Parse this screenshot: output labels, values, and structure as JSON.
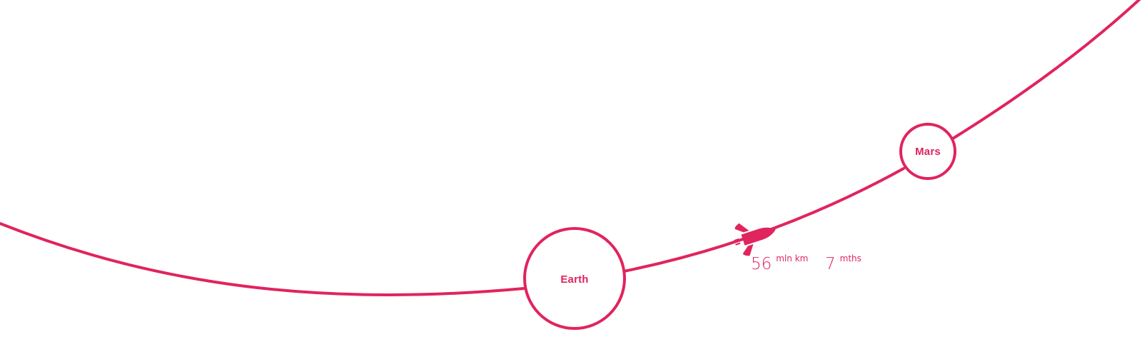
{
  "colors": {
    "accent": "#e0245e",
    "background": "#ffffff"
  },
  "planets": {
    "earth": {
      "label": "Earth"
    },
    "mars": {
      "label": "Mars"
    }
  },
  "icons": {
    "rocket": "rocket-icon"
  },
  "stats": {
    "distance": {
      "value": "56",
      "unit": "mln km"
    },
    "duration": {
      "value": "7",
      "unit": "mths"
    }
  }
}
